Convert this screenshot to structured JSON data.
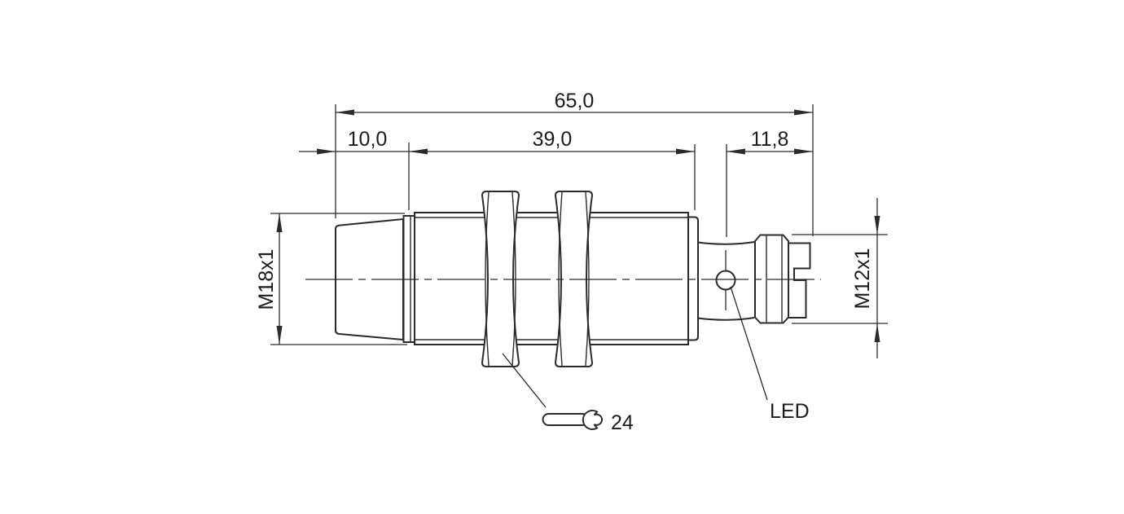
{
  "page": {
    "background": "#ffffff"
  },
  "drawing": {
    "type": "technical-dimension-drawing",
    "subject": "Cylindrical threaded proximity sensor, side view, with M12 plug connector",
    "colors": {
      "line": "#2b2b2b",
      "text": "#1c1c1c"
    },
    "labels": {
      "overall_length": "65,0",
      "front_length": "10,0",
      "thread_length": "39,0",
      "rear_length": "11,8",
      "body_thread": "M18x1",
      "connector_thread": "M12x1",
      "led": "LED",
      "wrench_size": "24"
    }
  }
}
